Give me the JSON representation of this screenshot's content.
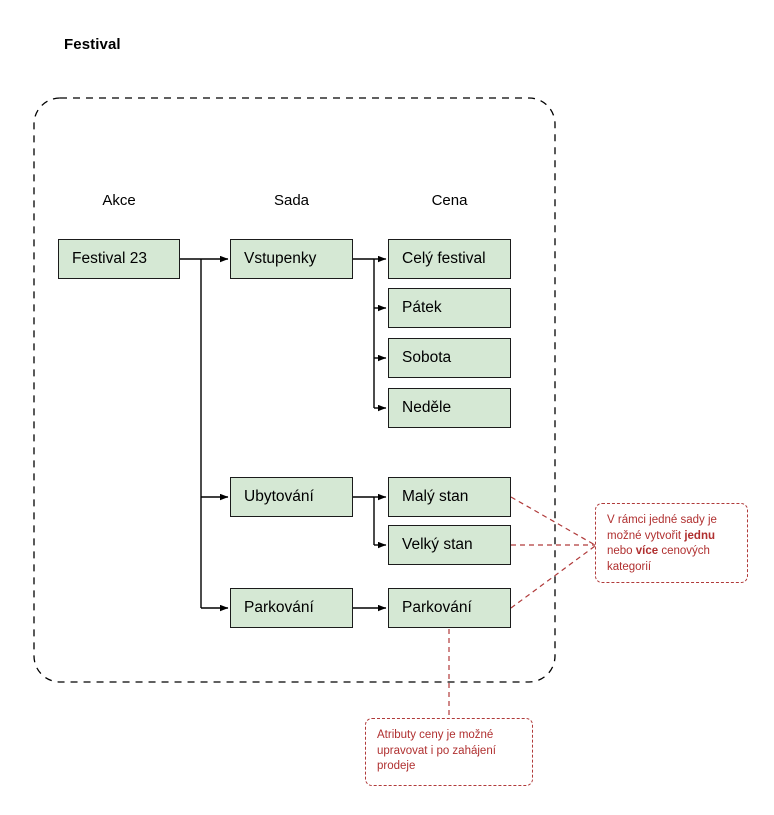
{
  "title": "Festival",
  "columns": [
    {
      "key": "akce",
      "label": "Akce"
    },
    {
      "key": "sada",
      "label": "Sada"
    },
    {
      "key": "cena",
      "label": "Cena"
    }
  ],
  "nodes": {
    "akce": [
      {
        "id": "festival-23",
        "label": "Festival 23"
      }
    ],
    "sada": [
      {
        "id": "vstupenky",
        "label": "Vstupenky"
      },
      {
        "id": "ubytovani",
        "label": "Ubytování"
      },
      {
        "id": "parkovani",
        "label": "Parkování"
      }
    ],
    "cena": [
      {
        "id": "cely-festival",
        "label": "Celý festival"
      },
      {
        "id": "patek",
        "label": "Pátek"
      },
      {
        "id": "sobota",
        "label": "Sobota"
      },
      {
        "id": "nedele",
        "label": "Neděle"
      },
      {
        "id": "maly-stan",
        "label": "Malý stan"
      },
      {
        "id": "velky-stan",
        "label": "Velký stan"
      },
      {
        "id": "parkovani-cena",
        "label": "Parkování"
      }
    ]
  },
  "notes": {
    "price_categories": {
      "line1_a": "V rámci jedné sady je",
      "line2_a": "možné vytvořit ",
      "line2_b": "jednu",
      "line3_a": "nebo ",
      "line3_b": "více",
      "line3_c": " cenových",
      "line4_a": "kategorií"
    },
    "price_attributes": {
      "line1": "Atributy ceny je možné",
      "line2": "upravovat i po zahájení",
      "line3": "prodeje"
    }
  },
  "colors": {
    "node_fill": "#d5e8d4",
    "node_stroke": "#1b1b1b",
    "connector": "#000000",
    "note_text": "#b03030",
    "note_border": "#b03a3a",
    "container_border": "#000000",
    "background": "#ffffff"
  }
}
